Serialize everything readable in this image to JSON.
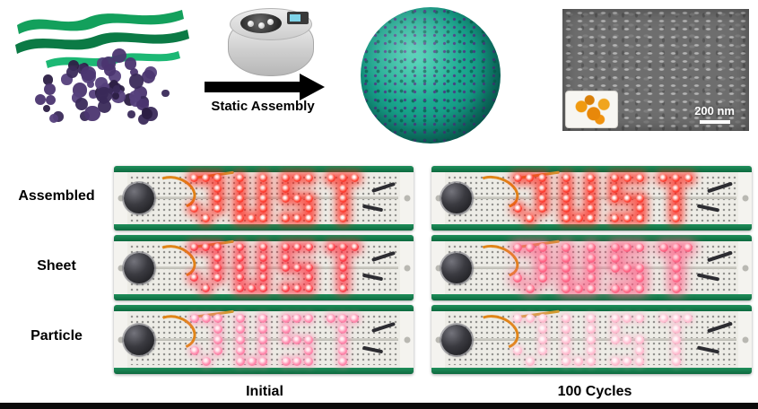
{
  "schematic": {
    "arrow_label": "Static Assembly",
    "sheet_colors": [
      "#13a05c",
      "#0b7a45",
      "#1cb874"
    ],
    "particle_colors": [
      "#3a2a5a",
      "#4b3570",
      "#2c1f45",
      "#55407c"
    ],
    "particle_count": 58,
    "assembled_sphere_color": "#17a089",
    "sem": {
      "scale_label": "200 nm"
    }
  },
  "panel": {
    "row_labels": [
      "Assembled",
      "Sheet",
      "Particle"
    ],
    "col_labels": [
      "Initial",
      "100 Cycles"
    ],
    "led_word": "JUST",
    "letter_matrices": {
      "J": [
        "XXX",
        "..X",
        "..X",
        "X.X",
        ".X."
      ],
      "U": [
        "X.X",
        "X.X",
        "X.X",
        "X.X",
        "XXX"
      ],
      "S": [
        "XXX",
        "X..",
        "XXX",
        "..X",
        "XXX"
      ],
      "T": [
        "XXX",
        ".X.",
        ".X.",
        ".X.",
        ".X."
      ]
    },
    "board_colors": {
      "pcb_strip": "#15814f",
      "face": "#edece6",
      "hole": "#90908c",
      "battery": "#35353b",
      "wire_orange": "#e08518",
      "wire_yellow": "#d29a2f",
      "jumper": "#2c2c31"
    },
    "boards": [
      {
        "id": "assembled-initial",
        "row": 0,
        "col": 0,
        "led": {
          "core": "#ffffff",
          "mid": "#ff5040",
          "dark": "#e01414",
          "glow": "rgba(255,35,25,0.9)",
          "glow_size": 10,
          "glow_spread": 3,
          "size": 9
        }
      },
      {
        "id": "assembled-100cycles",
        "row": 0,
        "col": 1,
        "led": {
          "core": "#ffffff",
          "mid": "#ff5040",
          "dark": "#e01414",
          "glow": "rgba(255,35,25,0.9)",
          "glow_size": 10,
          "glow_spread": 3,
          "size": 9
        }
      },
      {
        "id": "sheet-initial",
        "row": 1,
        "col": 0,
        "led": {
          "core": "#fff2f0",
          "mid": "#ff4a50",
          "dark": "#dc1830",
          "glow": "rgba(255,45,60,0.85)",
          "glow_size": 10,
          "glow_spread": 3,
          "size": 9
        }
      },
      {
        "id": "sheet-100cycles",
        "row": 1,
        "col": 1,
        "led": {
          "core": "#ffe2e8",
          "mid": "#ff6e8a",
          "dark": "#ee3a64",
          "glow": "rgba(255,95,135,0.75)",
          "glow_size": 12,
          "glow_spread": 4,
          "size": 10
        }
      },
      {
        "id": "particle-initial",
        "row": 2,
        "col": 0,
        "led": {
          "core": "#fff0f4",
          "mid": "#ff8cae",
          "dark": "#f2689a",
          "glow": "rgba(255,120,165,0.5)",
          "glow_size": 7,
          "glow_spread": 2,
          "size": 10
        }
      },
      {
        "id": "particle-100cycles",
        "row": 2,
        "col": 1,
        "led": {
          "core": "#fff6f8",
          "mid": "#ffc0d2",
          "dark": "#f5a2bc",
          "glow": "rgba(255,165,195,0.4)",
          "glow_size": 6,
          "glow_spread": 2,
          "size": 10
        }
      }
    ]
  }
}
